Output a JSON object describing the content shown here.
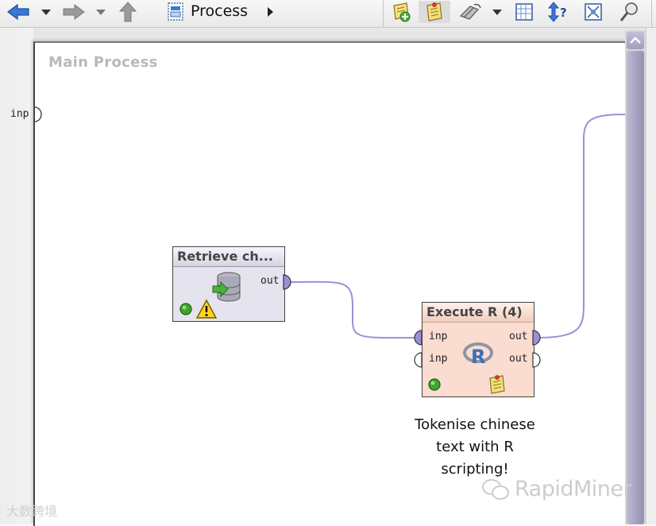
{
  "toolbar": {
    "breadcrumb": "Process",
    "icons": [
      "back-arrow-icon",
      "back-dropdown-icon",
      "forward-arrow-icon",
      "forward-dropdown-icon",
      "up-arrow-icon",
      "process-icon",
      "breadcrumb-arrow-icon",
      "add-note-icon",
      "notes-icon",
      "auto-wire-icon",
      "wire-dropdown-icon",
      "grid-icon",
      "order-icon",
      "fit-icon",
      "zoom-icon"
    ]
  },
  "canvas": {
    "title": "Main Process",
    "left_port_label": "inp"
  },
  "operators": {
    "retrieve": {
      "title": "Retrieve ch...",
      "out_port": "out",
      "status": "warning"
    },
    "execute_r": {
      "title": "Execute R (4)",
      "inputs": [
        "inp",
        "inp"
      ],
      "outputs": [
        "out",
        "out"
      ]
    }
  },
  "note": {
    "lines": [
      "Tokenise chinese",
      "text with R",
      "scripting!"
    ]
  },
  "watermarks": {
    "bottom_left": "大数跨境",
    "bottom_right": "RapidMiner"
  },
  "colors": {
    "wire": "#9a90d8",
    "port_connected": "#9a8fd6",
    "retrieve_body": "#e5e3ee",
    "execute_body": "#fbdcd0",
    "scroll_thumb": "#a6a4c1"
  }
}
